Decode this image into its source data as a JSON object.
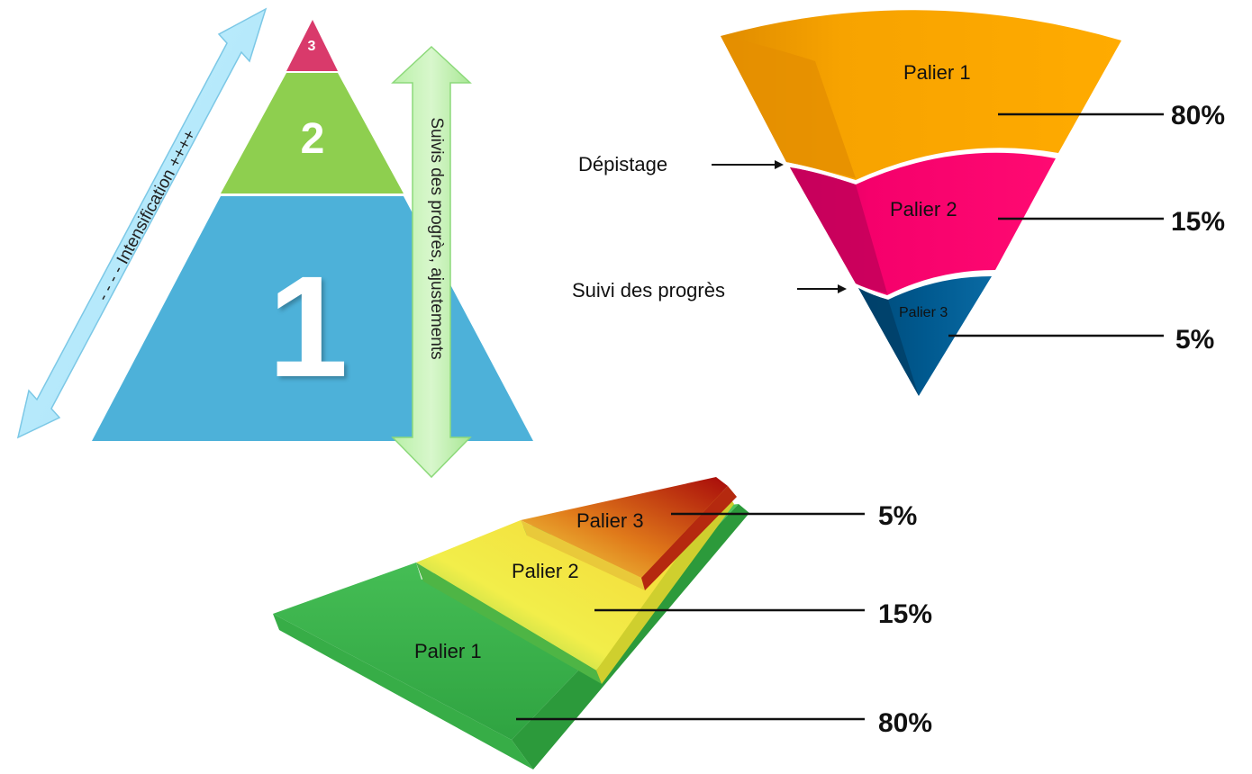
{
  "pyramid": {
    "tiers": [
      {
        "label": "1",
        "color": "#4db1d9"
      },
      {
        "label": "2",
        "color": "#8ecf4f"
      },
      {
        "label": "3",
        "color": "#d93a6b"
      }
    ],
    "left_arrow_label": "- - - - Intensification ++++",
    "right_arrow_label": "Suivis des progrès, ajustements"
  },
  "funnel": {
    "tiers": [
      {
        "label": "Palier 1",
        "percent": "80%",
        "color": "#f7a300"
      },
      {
        "label": "Palier 2",
        "percent": "15%",
        "color": "#f5006b"
      },
      {
        "label": "Palier 3",
        "percent": "5%",
        "color": "#00598f"
      }
    ],
    "callouts": [
      {
        "label": "Dépistage"
      },
      {
        "label": "Suivi des progrès"
      }
    ]
  },
  "steps": {
    "tiers": [
      {
        "label": "Palier 1",
        "percent": "80%",
        "color": "#3fb84f"
      },
      {
        "label": "Palier 2",
        "percent": "15%",
        "color": "#f2ee4a"
      },
      {
        "label": "Palier 3",
        "percent": "5%",
        "color": "#c0140f"
      }
    ]
  }
}
